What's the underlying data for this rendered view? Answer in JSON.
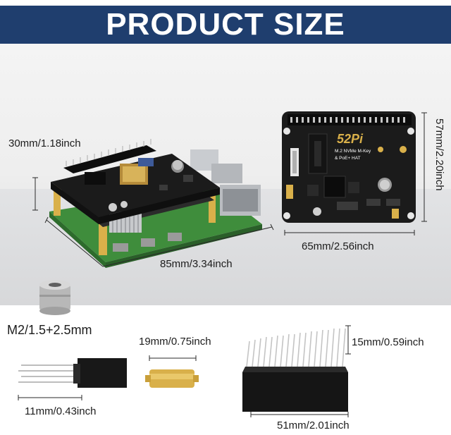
{
  "banner": {
    "title": "PRODUCT SIZE"
  },
  "board_brand": "52Pi",
  "board_caption_line1": "M.2 NVMe M-Key",
  "board_caption_line2": "& PoE+ HAT",
  "dimensions": {
    "stack_height": "30mm/1.18inch",
    "stack_length": "85mm/3.34inch",
    "board_width": "65mm/2.56inch",
    "board_depth": "57mm/2.20inch",
    "screw_label": "M2/1.5+2.5mm",
    "pin_header_length": "11mm/0.43inch",
    "standoff_length": "19mm/0.75inch",
    "extra_header_height": "15mm/0.59inch",
    "extra_header_width": "51mm/2.01inch"
  },
  "colors": {
    "banner": "#1f3e6e",
    "pcb": "#1b1b1b",
    "pi_green": "#3f8d3c",
    "brass": "#d9b04a"
  }
}
